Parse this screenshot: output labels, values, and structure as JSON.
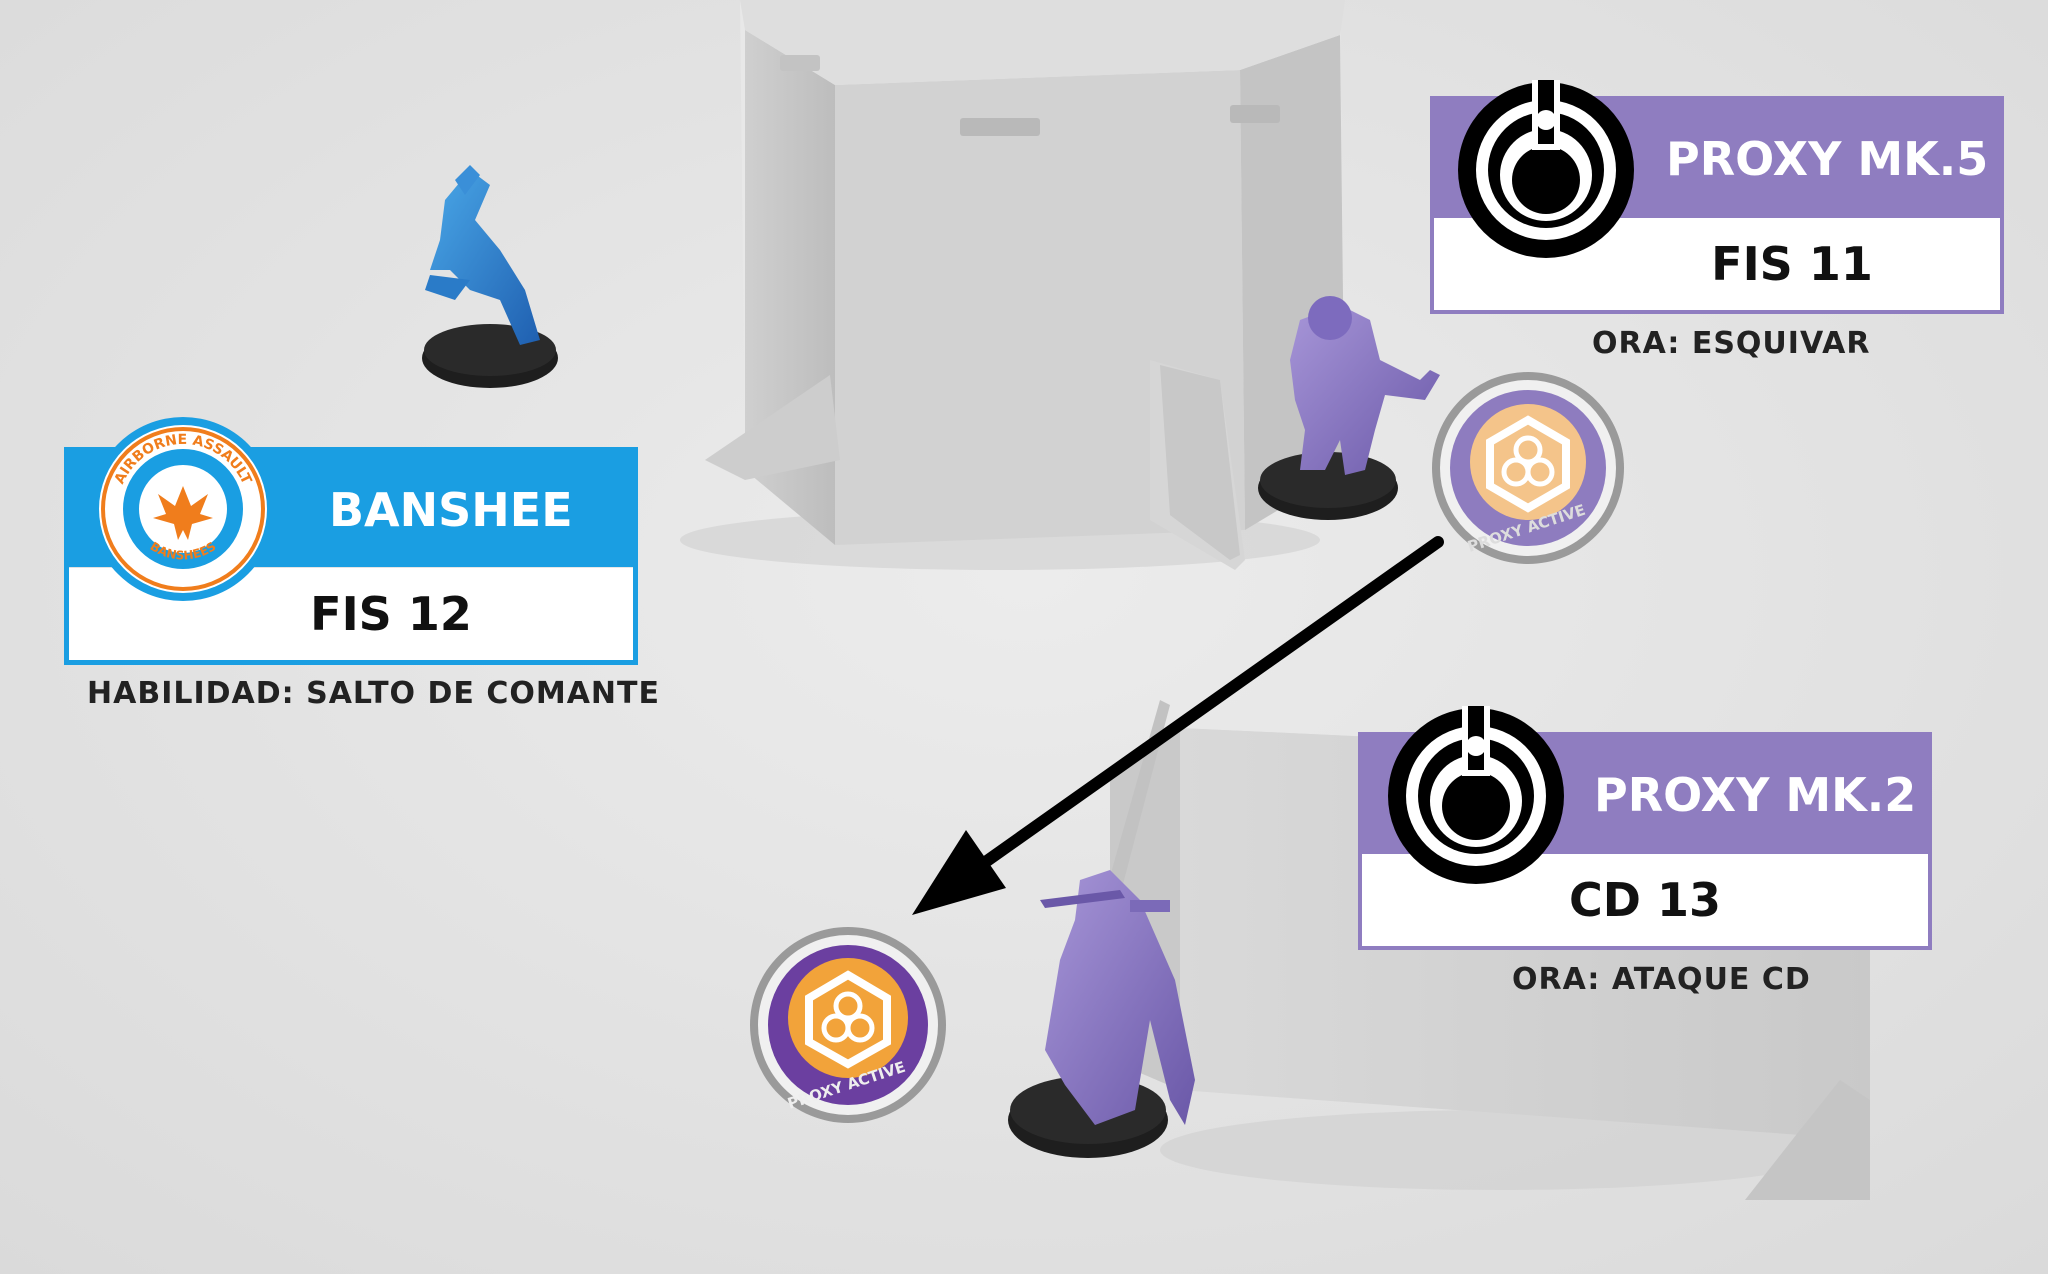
{
  "colors": {
    "table": "#e4e4e4",
    "banshee_blue": "#1a9ee2",
    "proxy_purple": "#8f7dc0",
    "token_orange": "#f2a33a",
    "token_purple": "#6b3fa0",
    "token_ring": "#9a9a9a",
    "emblem_orange": "#f07d1c"
  },
  "banshee": {
    "name": "BANSHEE",
    "stat": "FIS 12",
    "skill": "HABILIDAD: SALTO DE COMANTE",
    "emblem_top": "AIRBORNE ASSAULT",
    "emblem_bottom": "BANSHEES"
  },
  "proxy5": {
    "name": "PROXY MK.5",
    "stat": "FIS 11",
    "ora": "ORA: ESQUIVAR"
  },
  "proxy2": {
    "name": "PROXY MK.2",
    "stat": "CD 13",
    "ora": "ORA: ATAQUE CD"
  },
  "token": {
    "label": "PROXY ACTIVE"
  },
  "icons": [
    "airborne-assault-emblem-icon",
    "proxy-faction-emblem-icon",
    "proxy-active-token-icon",
    "move-arrow-icon"
  ]
}
